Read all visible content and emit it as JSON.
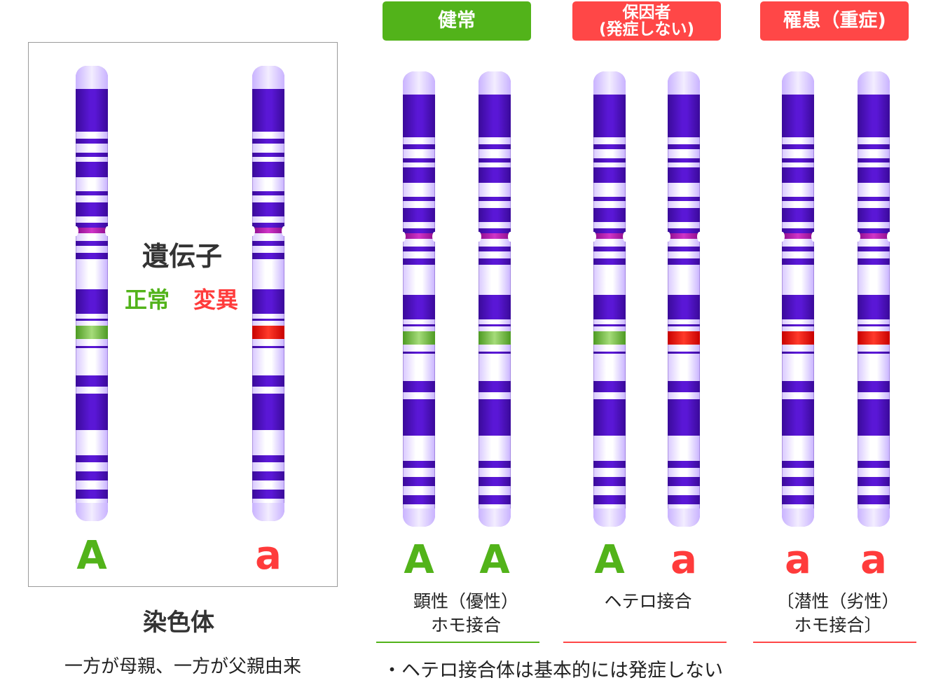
{
  "panel": {
    "gene_title": "遺伝子",
    "gene_normal": "正常",
    "gene_mutant": "変異",
    "left_allele": "A",
    "right_allele": "a",
    "chromosome_title": "染色体",
    "chromosome_caption": "一方が母親、一方が父親由来"
  },
  "groups": [
    {
      "header": [
        "健常"
      ],
      "header_color": "#52b31a",
      "alleles": [
        "A",
        "A"
      ],
      "allele_states": [
        "normal",
        "normal"
      ],
      "label": [
        "顕性（優性）",
        "ホモ接合"
      ],
      "rule_color": "#52b31a"
    },
    {
      "header": [
        "保因者",
        "(発症しない)"
      ],
      "header_color": "#ff4747",
      "alleles": [
        "A",
        "a"
      ],
      "allele_states": [
        "normal",
        "mutant"
      ],
      "label": [
        "ヘテロ接合"
      ],
      "rule_color": "#ff4747"
    },
    {
      "header": [
        "罹患（重症)"
      ],
      "header_color": "#ff4747",
      "alleles": [
        "a",
        "a"
      ],
      "allele_states": [
        "mutant",
        "mutant"
      ],
      "label": [
        "〔潜性（劣性）",
        "ホモ接合〕"
      ],
      "rule_color": "#ff4747"
    }
  ],
  "footnote": "・ヘテロ接合体は基本的には発症しない",
  "colors": {
    "normal": "#52b31a",
    "mutant": "#ff3b3b",
    "chromosome_band": "#5a17d6",
    "centromere": "#d035c8"
  }
}
